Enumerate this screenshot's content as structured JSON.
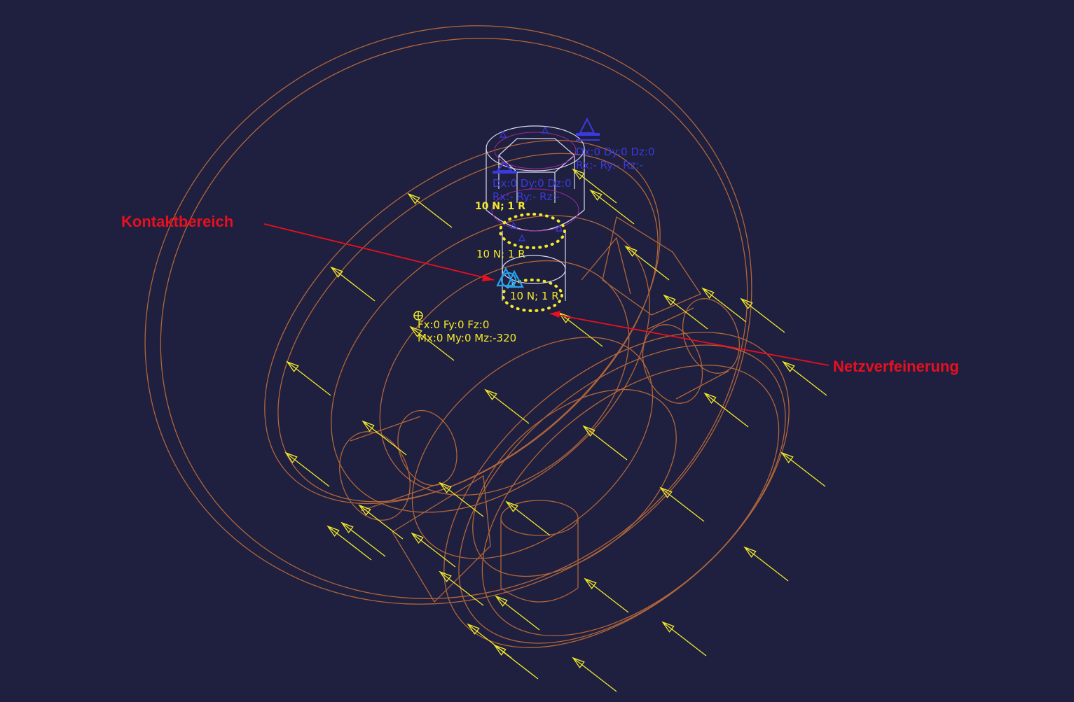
{
  "colors": {
    "background": "#1f1f3f",
    "geometry": "#b0663a",
    "bolt": "#d8d8ee",
    "load_arrow": "#f2ea2a",
    "constraint": "#3a3ae0",
    "annotation": "#e8101e",
    "contact_symbol": "#2aa0e8"
  },
  "labels": {
    "kontakt": "Kontaktbereich",
    "netz": "Netzverfeinerung",
    "force_top": "10 N; 1 R",
    "force_mid": "10 N; 1 R",
    "force_low": "10 N; 1 R",
    "fx_line": "Fx:0 Fy:0 Fz:0",
    "mx_line": "Mx:0 My:0 Mz:-320",
    "disp1_line1": "Dx:0 Dy:0 Dz:0",
    "disp1_line2": "Rx:- Ry:- Rz:-",
    "disp2_line1": "Dx:0 Dy:0 Dz:0",
    "disp2_line2": "Rx:- Ry:- Rz:-"
  },
  "icons": [
    "ground-constraint-icon",
    "contact-symbol-icon",
    "load-point-icon",
    "acceleration-arrow-icon"
  ]
}
